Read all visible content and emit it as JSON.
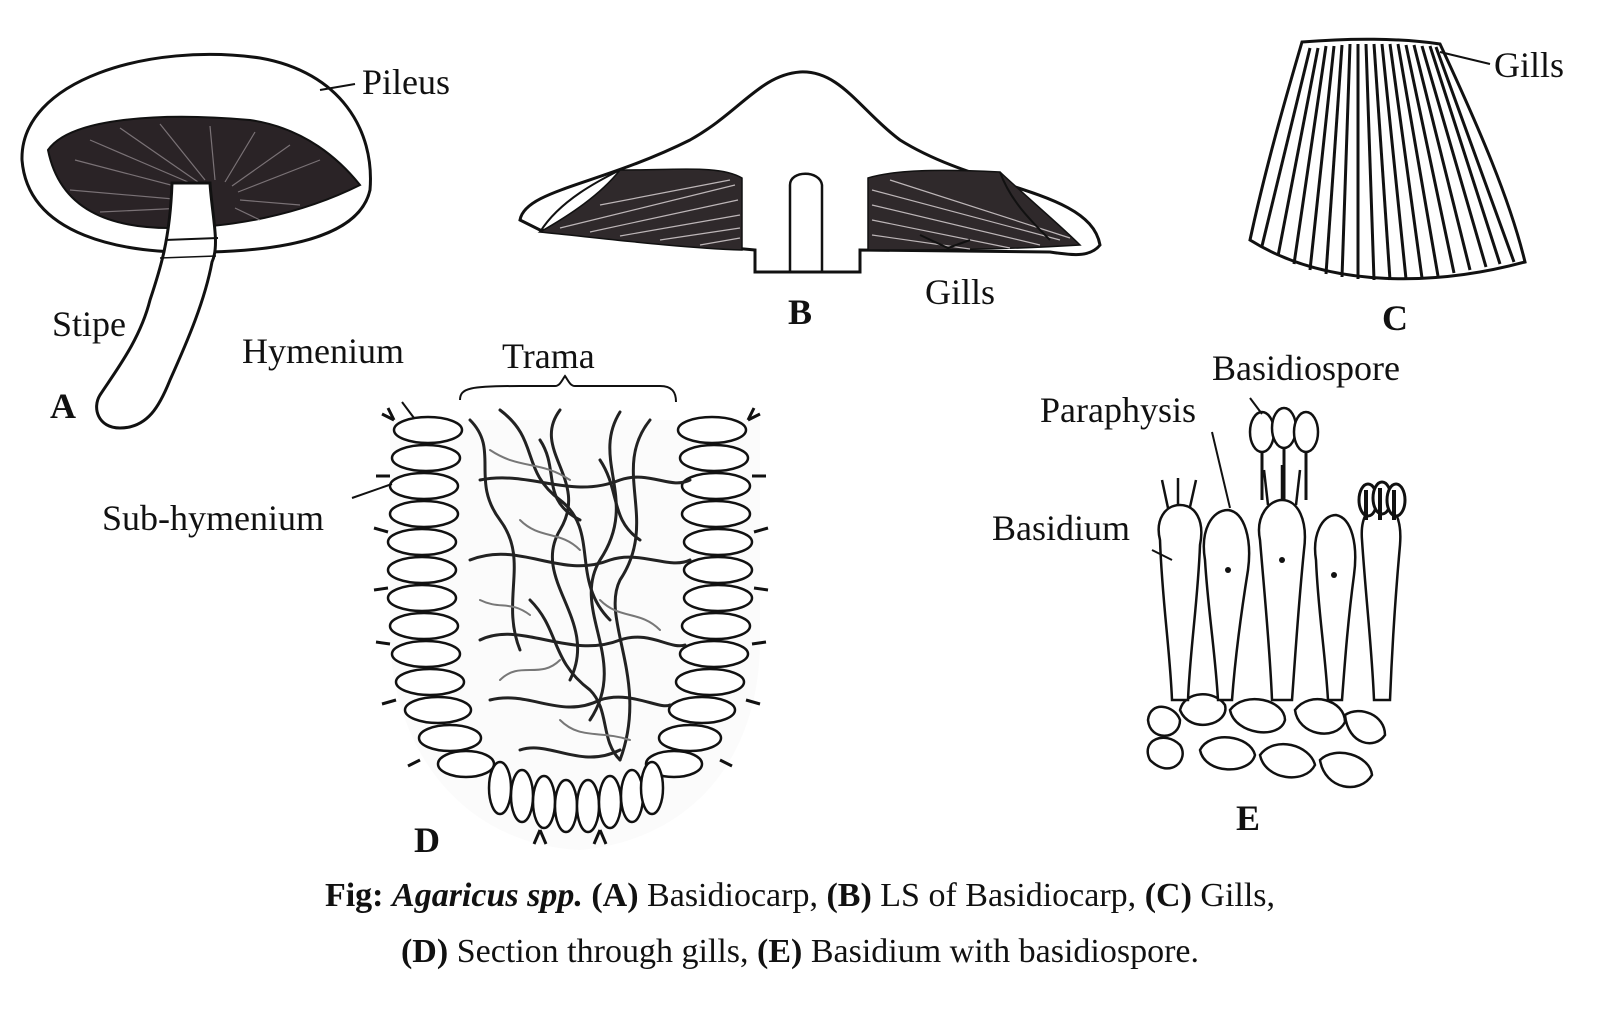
{
  "labels": {
    "pileus": "Pileus",
    "stipe": "Stipe",
    "gills_b": "Gills",
    "gills_c": "Gills",
    "hymenium": "Hymenium",
    "trama": "Trama",
    "sub_hymenium": "Sub-hymenium",
    "basidiospore": "Basidiospore",
    "paraphysis": "Paraphysis",
    "basidium": "Basidium"
  },
  "panels": {
    "a": "A",
    "b": "B",
    "c": "C",
    "d": "D",
    "e": "E"
  },
  "caption": {
    "fig": "Fig:",
    "genus": "Agaricus spp.",
    "a_key": "(A)",
    "a_text": "Basidiocarp,",
    "b_key": "(B)",
    "b_text": "LS of Basidiocarp,",
    "c_key": "(C)",
    "c_text": "Gills,",
    "d_key": "(D)",
    "d_text": "Section through gills,",
    "e_key": "(E)",
    "e_text": "Basidium with basidiospore."
  }
}
